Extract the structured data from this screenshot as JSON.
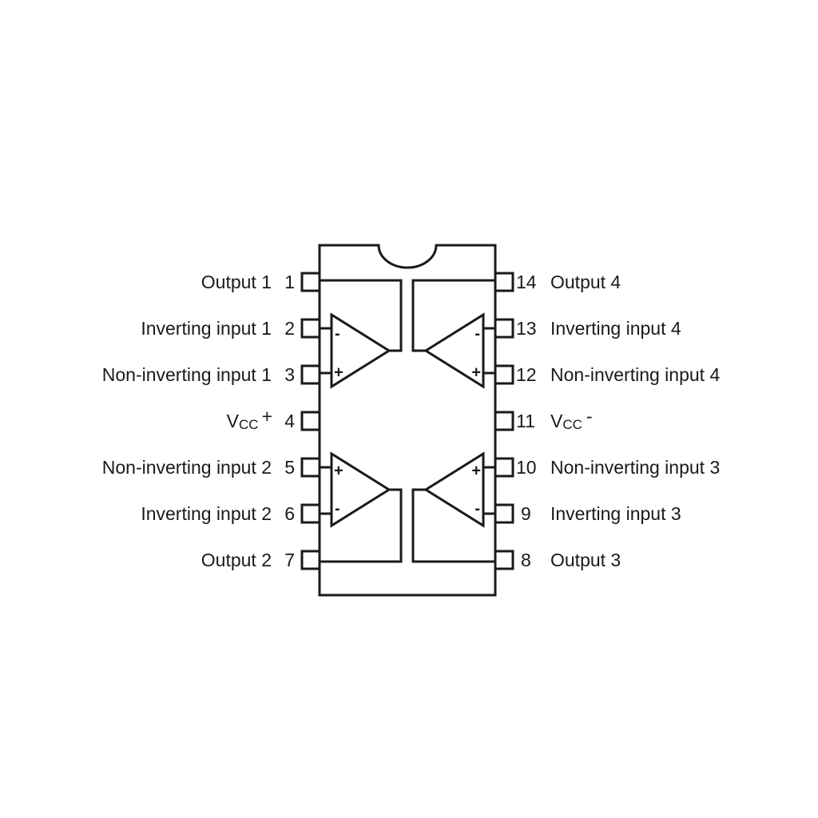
{
  "pins_left": [
    {
      "number": "1",
      "label": "Output 1"
    },
    {
      "number": "2",
      "label": "Inverting input 1"
    },
    {
      "number": "3",
      "label": "Non-inverting input 1"
    },
    {
      "number": "4",
      "label": "V",
      "label_sub": "CC",
      "label_sup": "+"
    },
    {
      "number": "5",
      "label": "Non-inverting input 2"
    },
    {
      "number": "6",
      "label": "Inverting input 2"
    },
    {
      "number": "7",
      "label": "Output 2"
    }
  ],
  "pins_right": [
    {
      "number": "14",
      "label": "Output 4"
    },
    {
      "number": "13",
      "label": "Inverting input 4"
    },
    {
      "number": "12",
      "label": "Non-inverting input 4"
    },
    {
      "number": "11",
      "label": "V",
      "label_sub": "CC",
      "label_sup": "-"
    },
    {
      "number": "10",
      "label": "Non-inverting input 3"
    },
    {
      "number": "9",
      "label": "Inverting input 3"
    },
    {
      "number": "8",
      "label": "Output 3"
    }
  ],
  "opamp_symbols": {
    "minus": "-",
    "plus": "+"
  },
  "colors": {
    "line": "#1a1a1a",
    "background": "#ffffff"
  }
}
